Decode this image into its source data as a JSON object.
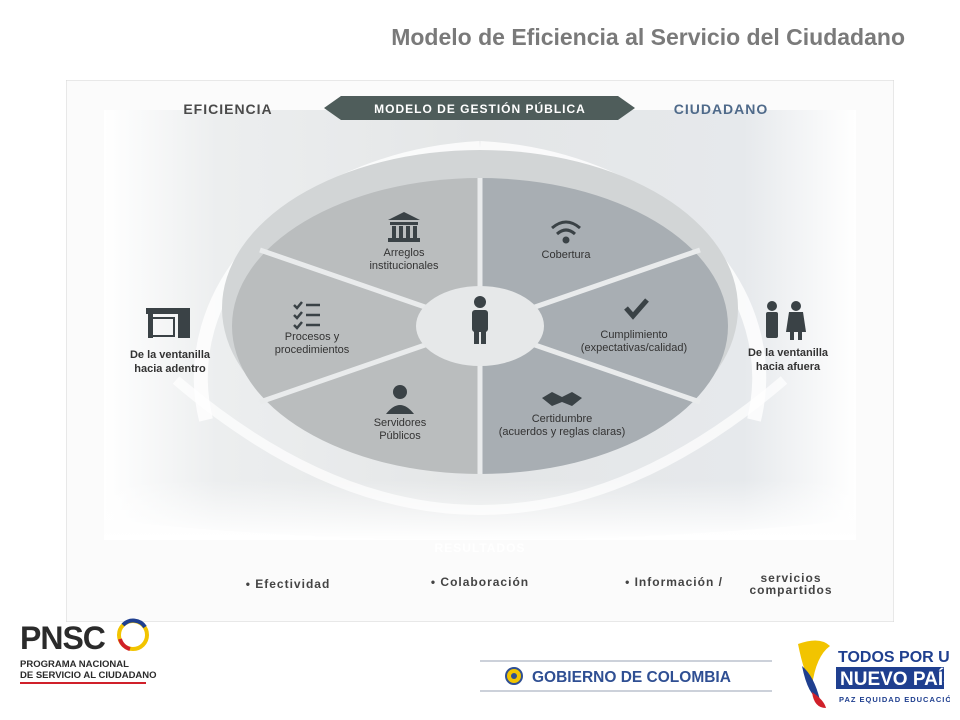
{
  "title": "Modelo de Eficiencia al Servicio del Ciudadano",
  "diagram": {
    "left_heading": "EFICIENCIA",
    "center_banner": "MODELO DE GESTIÓN PÚBLICA",
    "right_heading": "CIUDADANO",
    "left_side_label": [
      "De la ventanilla",
      "hacia adentro"
    ],
    "right_side_label": [
      "De la ventanilla",
      "hacia afuera"
    ],
    "left_segments": [
      {
        "lines": [
          "Arreglos",
          "institucionales"
        ],
        "icon": "building-icon"
      },
      {
        "lines": [
          "Procesos y",
          "procedimientos"
        ],
        "icon": "checklist-icon"
      },
      {
        "lines": [
          "Servidores",
          "Públicos"
        ],
        "icon": "person-tie-icon"
      }
    ],
    "right_segments": [
      {
        "lines": [
          "Cobertura"
        ],
        "icon": "wifi-icon"
      },
      {
        "lines": [
          "Cumplimiento",
          "(expectativas/calidad)"
        ],
        "icon": "checkmark-icon"
      },
      {
        "lines": [
          "Certidumbre",
          "(acuerdos y reglas claras)"
        ],
        "icon": "handshake-icon"
      }
    ],
    "results_label": "RESULTADOS",
    "results": {
      "item1": "• Efectividad",
      "item2": "• Colaboración",
      "item3": "• Información /",
      "item3b": [
        "servicios",
        "compartidos"
      ]
    }
  },
  "footer": {
    "pnsc_logo": "PNSC",
    "pnsc_line1": "PROGRAMA NACIONAL",
    "pnsc_line2": "DE SERVICIO AL CIUDADANO",
    "gobierno": "GOBIERNO DE COLOMBIA",
    "todos_line1": "TODOS POR UN",
    "todos_line2": "NUEVO PAÍS",
    "todos_line3": "PAZ   EQUIDAD   EDUCACIÓN"
  },
  "colors": {
    "title": "#7a7a7a",
    "banner": "#4f5d5b",
    "left_heading": "#4a4a4a",
    "right_heading": "#4f6a8a",
    "ring": "#c9cccd",
    "left_segments": "#b9bcbd",
    "right_segments": "#a6acb1",
    "gobierno": "#2f4f93",
    "todos_blue": "#1f3f8f",
    "todos_yellow": "#f2c400",
    "todos_red": "#d0202a"
  }
}
